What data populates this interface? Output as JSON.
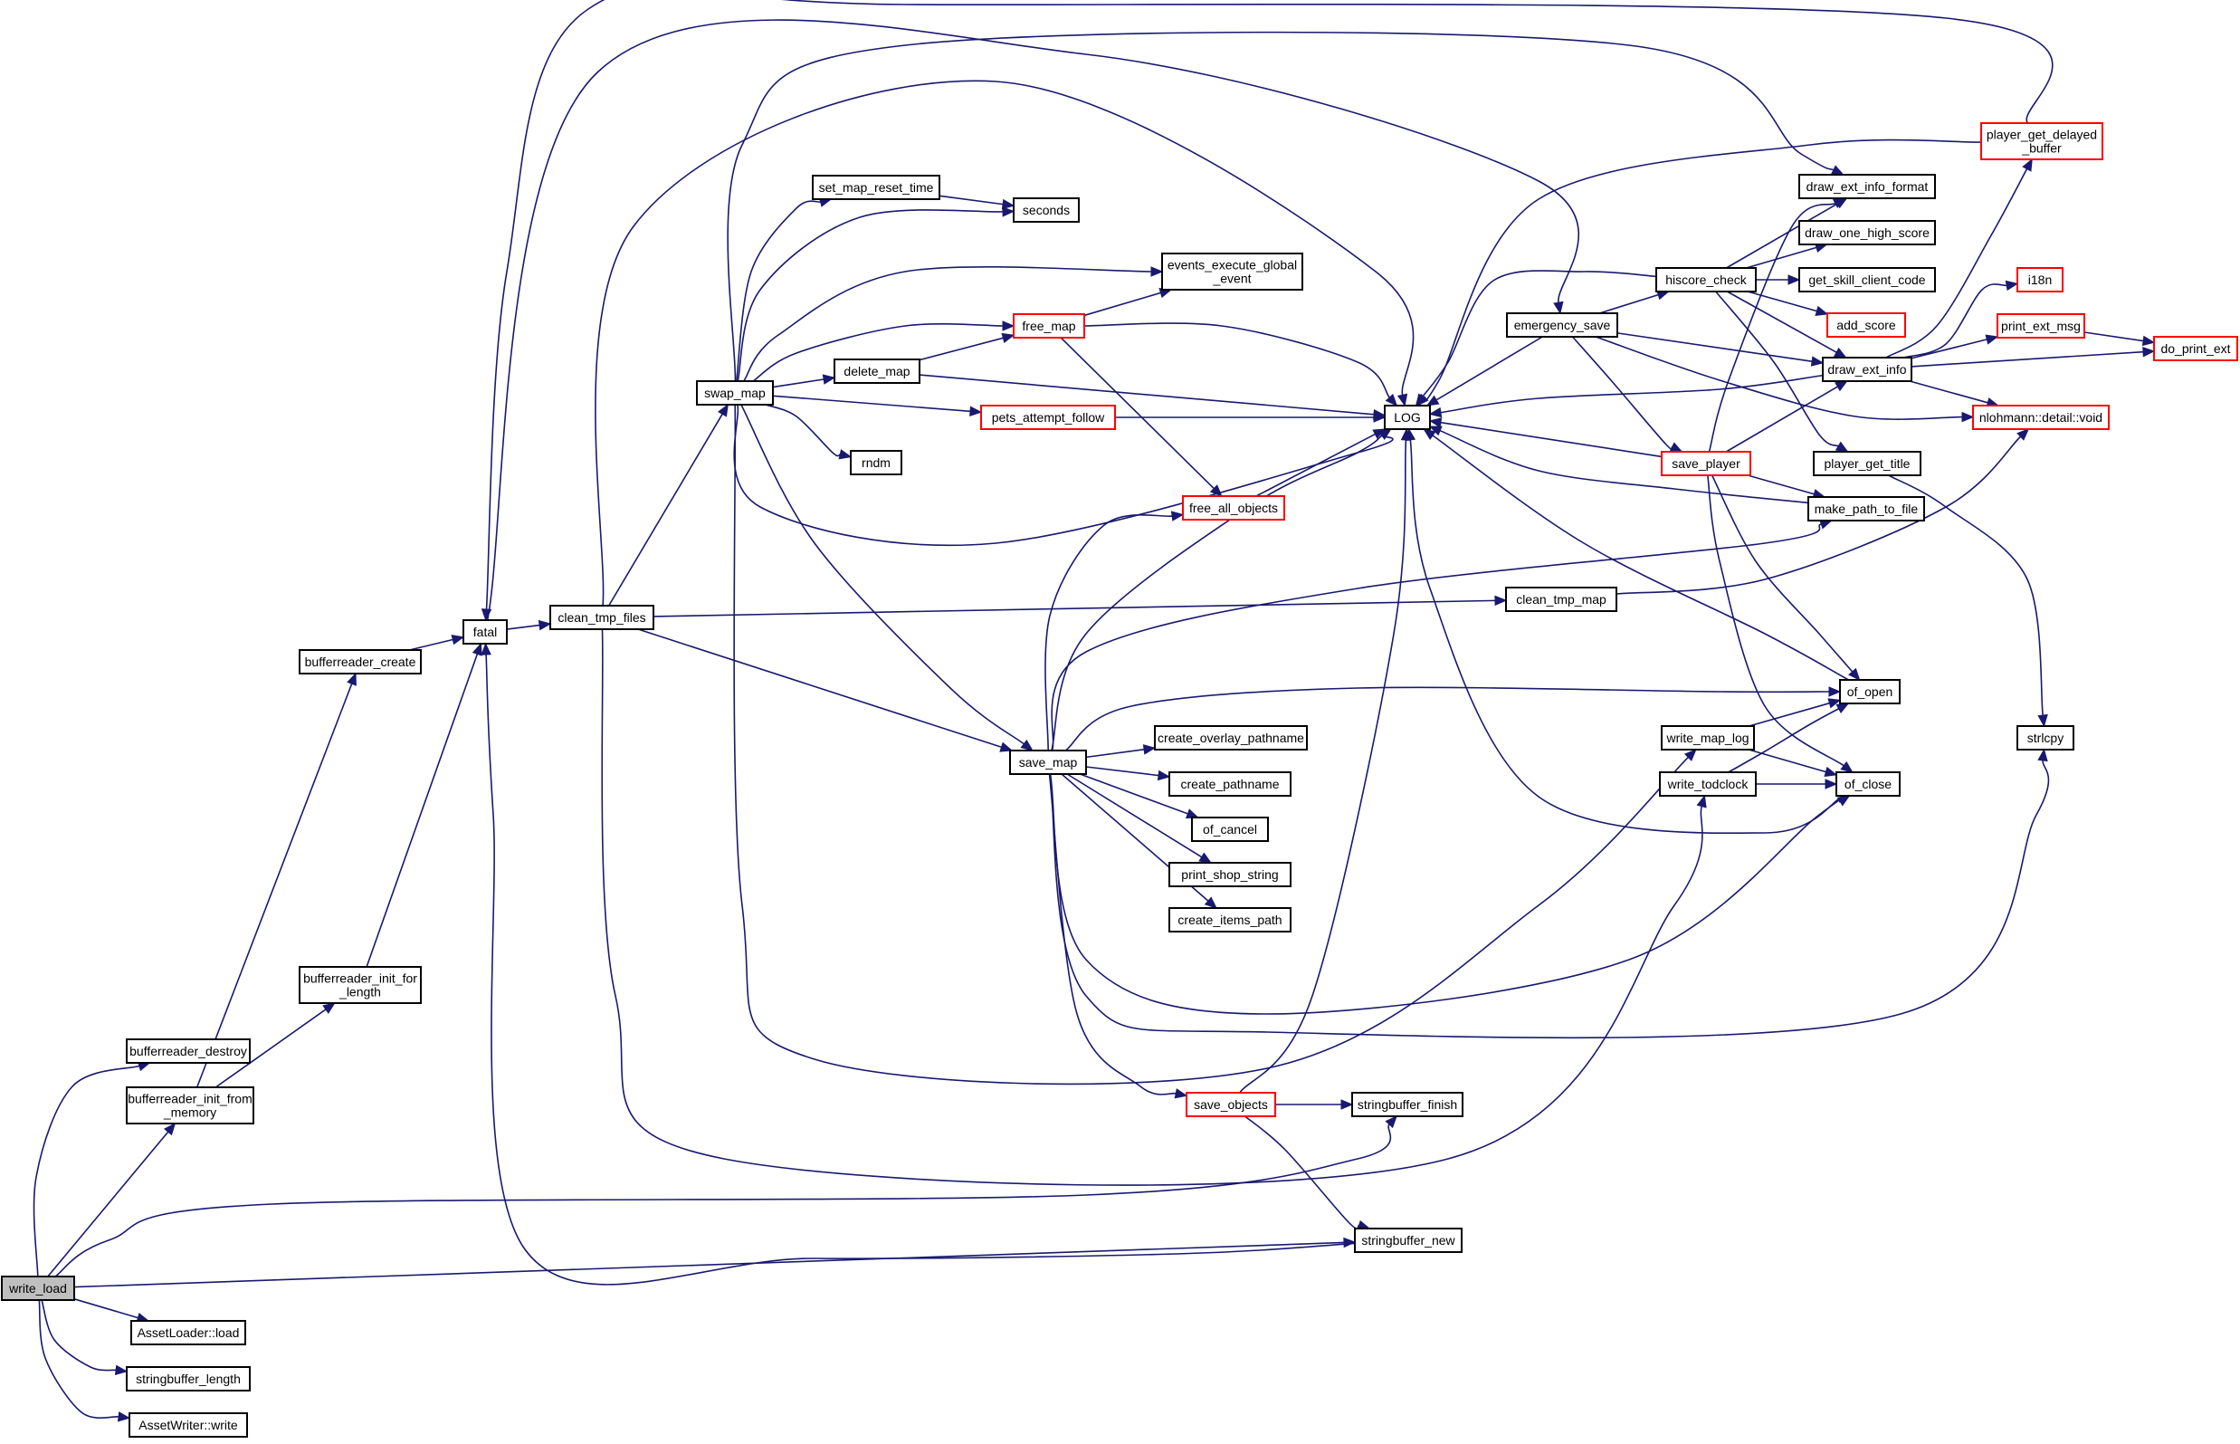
{
  "graph": {
    "title": "",
    "nodes": [
      {
        "id": "write_load",
        "lines": [
          "write_load"
        ],
        "kind": "root"
      },
      {
        "id": "bufferreader_destroy",
        "lines": [
          "bufferreader_destroy"
        ]
      },
      {
        "id": "bufferreader_init_from_memory",
        "lines": [
          "bufferreader_init_from",
          "_memory"
        ]
      },
      {
        "id": "bufferreader_create",
        "lines": [
          "bufferreader_create"
        ]
      },
      {
        "id": "bufferreader_init_for_length",
        "lines": [
          "bufferreader_init_for",
          "_length"
        ]
      },
      {
        "id": "fatal",
        "lines": [
          "fatal"
        ]
      },
      {
        "id": "clean_tmp_files",
        "lines": [
          "clean_tmp_files"
        ]
      },
      {
        "id": "swap_map",
        "lines": [
          "swap_map"
        ]
      },
      {
        "id": "set_map_reset_time",
        "lines": [
          "set_map_reset_time"
        ]
      },
      {
        "id": "seconds",
        "lines": [
          "seconds"
        ]
      },
      {
        "id": "events_execute_global_event",
        "lines": [
          "events_execute_global",
          "_event"
        ]
      },
      {
        "id": "free_map",
        "lines": [
          "free_map"
        ],
        "kind": "truncated"
      },
      {
        "id": "delete_map",
        "lines": [
          "delete_map"
        ]
      },
      {
        "id": "pets_attempt_follow",
        "lines": [
          "pets_attempt_follow"
        ],
        "kind": "truncated"
      },
      {
        "id": "rndm",
        "lines": [
          "rndm"
        ]
      },
      {
        "id": "free_all_objects",
        "lines": [
          "free_all_objects"
        ],
        "kind": "truncated"
      },
      {
        "id": "LOG",
        "lines": [
          "LOG"
        ]
      },
      {
        "id": "emergency_save",
        "lines": [
          "emergency_save"
        ]
      },
      {
        "id": "hiscore_check",
        "lines": [
          "hiscore_check"
        ]
      },
      {
        "id": "draw_ext_info_format",
        "lines": [
          "draw_ext_info_format"
        ]
      },
      {
        "id": "draw_one_high_score",
        "lines": [
          "draw_one_high_score"
        ]
      },
      {
        "id": "get_skill_client_code",
        "lines": [
          "get_skill_client_code"
        ]
      },
      {
        "id": "add_score",
        "lines": [
          "add_score"
        ],
        "kind": "truncated"
      },
      {
        "id": "draw_ext_info",
        "lines": [
          "draw_ext_info"
        ]
      },
      {
        "id": "player_get_delayed_buffer",
        "lines": [
          "player_get_delayed",
          "_buffer"
        ],
        "kind": "truncated"
      },
      {
        "id": "i18n",
        "lines": [
          "i18n"
        ],
        "kind": "truncated"
      },
      {
        "id": "print_ext_msg",
        "lines": [
          "print_ext_msg"
        ],
        "kind": "truncated"
      },
      {
        "id": "do_print_ext",
        "lines": [
          "do_print_ext"
        ],
        "kind": "truncated"
      },
      {
        "id": "nlohmann_detail_void",
        "lines": [
          "nlohmann::detail::void"
        ],
        "kind": "truncated"
      },
      {
        "id": "save_player",
        "lines": [
          "save_player"
        ],
        "kind": "truncated"
      },
      {
        "id": "player_get_title",
        "lines": [
          "player_get_title"
        ]
      },
      {
        "id": "make_path_to_file",
        "lines": [
          "make_path_to_file"
        ]
      },
      {
        "id": "clean_tmp_map",
        "lines": [
          "clean_tmp_map"
        ]
      },
      {
        "id": "of_open",
        "lines": [
          "of_open"
        ]
      },
      {
        "id": "write_map_log",
        "lines": [
          "write_map_log"
        ]
      },
      {
        "id": "write_todclock",
        "lines": [
          "write_todclock"
        ]
      },
      {
        "id": "of_close",
        "lines": [
          "of_close"
        ]
      },
      {
        "id": "strlcpy",
        "lines": [
          "strlcpy"
        ]
      },
      {
        "id": "save_map",
        "lines": [
          "save_map"
        ]
      },
      {
        "id": "create_overlay_pathname",
        "lines": [
          "create_overlay_pathname"
        ]
      },
      {
        "id": "create_pathname",
        "lines": [
          "create_pathname"
        ]
      },
      {
        "id": "of_cancel",
        "lines": [
          "of_cancel"
        ]
      },
      {
        "id": "print_shop_string",
        "lines": [
          "print_shop_string"
        ]
      },
      {
        "id": "create_items_path",
        "lines": [
          "create_items_path"
        ]
      },
      {
        "id": "save_objects",
        "lines": [
          "save_objects"
        ],
        "kind": "truncated"
      },
      {
        "id": "stringbuffer_finish",
        "lines": [
          "stringbuffer_finish"
        ]
      },
      {
        "id": "stringbuffer_new",
        "lines": [
          "stringbuffer_new"
        ]
      },
      {
        "id": "AssetLoader_load",
        "lines": [
          "AssetLoader::load"
        ]
      },
      {
        "id": "stringbuffer_length",
        "lines": [
          "stringbuffer_length"
        ]
      },
      {
        "id": "AssetWriter_write",
        "lines": [
          "AssetWriter::write"
        ]
      }
    ],
    "edges": [
      [
        "write_load",
        "bufferreader_destroy"
      ],
      [
        "write_load",
        "bufferreader_init_from_memory"
      ],
      [
        "write_load",
        "stringbuffer_finish"
      ],
      [
        "write_load",
        "stringbuffer_new"
      ],
      [
        "write_load",
        "AssetLoader_load"
      ],
      [
        "write_load",
        "stringbuffer_length"
      ],
      [
        "write_load",
        "AssetWriter_write"
      ],
      [
        "bufferreader_init_from_memory",
        "bufferreader_create"
      ],
      [
        "bufferreader_init_from_memory",
        "bufferreader_init_for_length"
      ],
      [
        "bufferreader_create",
        "fatal"
      ],
      [
        "bufferreader_init_for_length",
        "fatal"
      ],
      [
        "fatal",
        "clean_tmp_files"
      ],
      [
        "fatal",
        "emergency_save"
      ],
      [
        "clean_tmp_files",
        "swap_map"
      ],
      [
        "clean_tmp_files",
        "LOG"
      ],
      [
        "clean_tmp_files",
        "clean_tmp_map"
      ],
      [
        "clean_tmp_files",
        "save_map"
      ],
      [
        "clean_tmp_files",
        "write_todclock"
      ],
      [
        "swap_map",
        "draw_ext_info_format"
      ],
      [
        "swap_map",
        "set_map_reset_time"
      ],
      [
        "swap_map",
        "seconds"
      ],
      [
        "swap_map",
        "events_execute_global_event"
      ],
      [
        "swap_map",
        "free_map"
      ],
      [
        "swap_map",
        "delete_map"
      ],
      [
        "swap_map",
        "pets_attempt_follow"
      ],
      [
        "swap_map",
        "rndm"
      ],
      [
        "swap_map",
        "LOG"
      ],
      [
        "swap_map",
        "save_map"
      ],
      [
        "swap_map",
        "write_map_log"
      ],
      [
        "set_map_reset_time",
        "seconds"
      ],
      [
        "free_map",
        "events_execute_global_event"
      ],
      [
        "free_map",
        "LOG"
      ],
      [
        "free_map",
        "free_all_objects"
      ],
      [
        "delete_map",
        "free_map"
      ],
      [
        "delete_map",
        "LOG"
      ],
      [
        "pets_attempt_follow",
        "LOG"
      ],
      [
        "free_all_objects",
        "LOG"
      ],
      [
        "emergency_save",
        "LOG"
      ],
      [
        "emergency_save",
        "hiscore_check"
      ],
      [
        "emergency_save",
        "draw_ext_info"
      ],
      [
        "emergency_save",
        "nlohmann_detail_void"
      ],
      [
        "emergency_save",
        "save_player"
      ],
      [
        "hiscore_check",
        "LOG"
      ],
      [
        "hiscore_check",
        "draw_ext_info_format"
      ],
      [
        "hiscore_check",
        "draw_one_high_score"
      ],
      [
        "hiscore_check",
        "get_skill_client_code"
      ],
      [
        "hiscore_check",
        "add_score"
      ],
      [
        "hiscore_check",
        "draw_ext_info"
      ],
      [
        "hiscore_check",
        "player_get_title"
      ],
      [
        "draw_ext_info",
        "LOG"
      ],
      [
        "draw_ext_info",
        "player_get_delayed_buffer"
      ],
      [
        "draw_ext_info",
        "i18n"
      ],
      [
        "draw_ext_info",
        "print_ext_msg"
      ],
      [
        "draw_ext_info",
        "do_print_ext"
      ],
      [
        "draw_ext_info",
        "nlohmann_detail_void"
      ],
      [
        "player_get_delayed_buffer",
        "fatal"
      ],
      [
        "player_get_delayed_buffer",
        "LOG"
      ],
      [
        "print_ext_msg",
        "do_print_ext"
      ],
      [
        "save_player",
        "LOG"
      ],
      [
        "save_player",
        "draw_ext_info_format"
      ],
      [
        "save_player",
        "draw_ext_info"
      ],
      [
        "save_player",
        "make_path_to_file"
      ],
      [
        "save_player",
        "of_open"
      ],
      [
        "save_player",
        "of_close"
      ],
      [
        "player_get_title",
        "strlcpy"
      ],
      [
        "make_path_to_file",
        "LOG"
      ],
      [
        "of_open",
        "LOG"
      ],
      [
        "of_close",
        "LOG"
      ],
      [
        "clean_tmp_map",
        "nlohmann_detail_void"
      ],
      [
        "write_map_log",
        "of_open"
      ],
      [
        "write_map_log",
        "of_close"
      ],
      [
        "write_todclock",
        "of_open"
      ],
      [
        "write_todclock",
        "of_close"
      ],
      [
        "save_map",
        "free_all_objects"
      ],
      [
        "save_map",
        "LOG"
      ],
      [
        "save_map",
        "make_path_to_file"
      ],
      [
        "save_map",
        "of_open"
      ],
      [
        "save_map",
        "create_overlay_pathname"
      ],
      [
        "save_map",
        "create_pathname"
      ],
      [
        "save_map",
        "of_cancel"
      ],
      [
        "save_map",
        "print_shop_string"
      ],
      [
        "save_map",
        "create_items_path"
      ],
      [
        "save_map",
        "of_close"
      ],
      [
        "save_map",
        "strlcpy"
      ],
      [
        "save_map",
        "save_objects"
      ],
      [
        "save_objects",
        "LOG"
      ],
      [
        "save_objects",
        "stringbuffer_finish"
      ],
      [
        "save_objects",
        "stringbuffer_new"
      ],
      [
        "stringbuffer_new",
        "fatal"
      ]
    ]
  }
}
